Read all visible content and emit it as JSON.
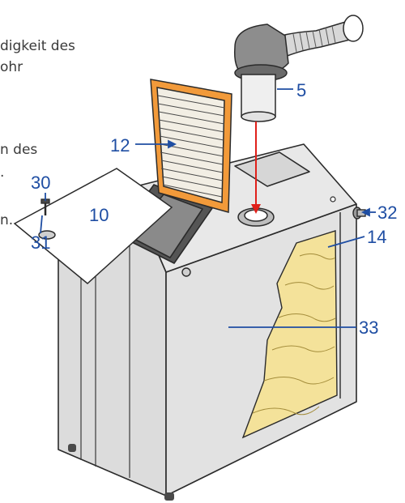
{
  "text_fragments": {
    "line1": "digkeit des",
    "line2": "ohr",
    "line3": "n des",
    "line4": ".",
    "line5": "n."
  },
  "callouts": {
    "c5": "5",
    "c12": "12",
    "c30": "30",
    "c10": "10",
    "c31": "31",
    "c32": "32",
    "c14": "14",
    "c33": "33"
  },
  "colors": {
    "callout_blue": "#1f4ea3",
    "arrow_red": "#e0201a",
    "filter_orange": "#f29a3a",
    "insulation_yellow": "#f4e29a",
    "panel_grey": "#dedede"
  }
}
